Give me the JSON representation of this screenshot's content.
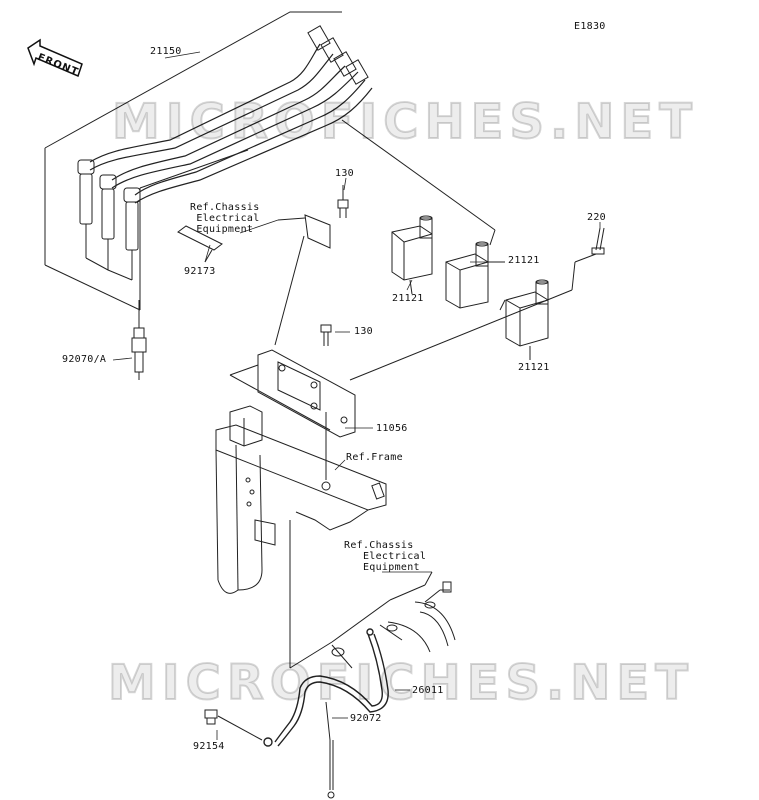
{
  "diagram": {
    "code": "E1830",
    "watermark": "MICROFICHES.NET",
    "front_label": "FRONT",
    "parts": {
      "p21150": "21150",
      "p130a": "130",
      "p130b": "130",
      "p220": "220",
      "p92173": "92173",
      "p21121a": "21121",
      "p21121b": "21121",
      "p21121c": "21121",
      "p92070a": "92070/A",
      "p11056": "11056",
      "p26011": "26011",
      "p92072": "92072",
      "p92154": "92154"
    },
    "refs": {
      "chassis_top": "Ref.Chassis\n Electrical\n Equipment",
      "frame": "Ref.Frame",
      "chassis_bottom": "Ref.Chassis\n   Electrical\n   Equipment"
    }
  }
}
